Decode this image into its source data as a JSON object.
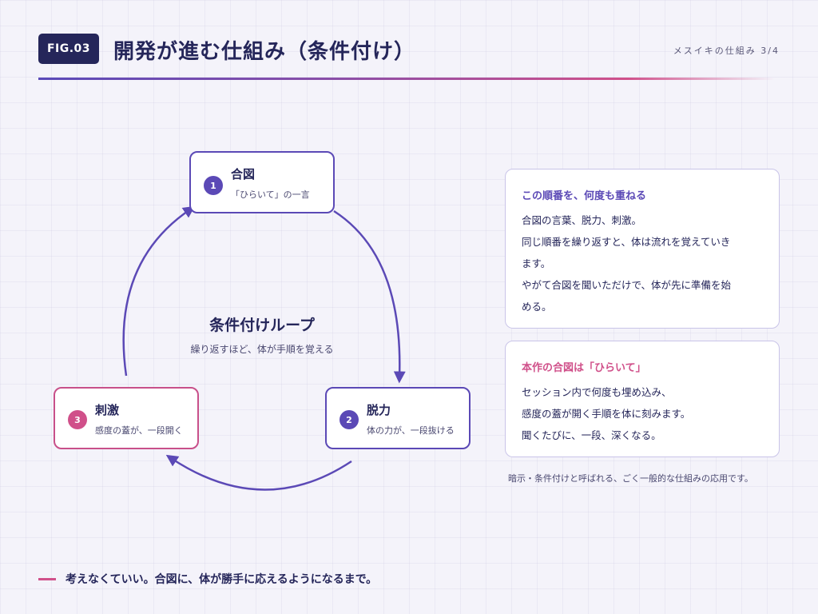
{
  "header": {
    "badge": "FIG.03",
    "title": "開発が進む仕組み（条件付け）",
    "series": "メスイキの仕組み 3/4"
  },
  "diagram": {
    "center_title": "条件付けループ",
    "center_sub": "繰り返すほど、体が手順を覚える",
    "nodes": [
      {
        "num": "1",
        "title": "合図",
        "sub": "「ひらいて」の一言"
      },
      {
        "num": "2",
        "title": "脱力",
        "sub": "体の力が、一段抜ける"
      },
      {
        "num": "3",
        "title": "刺激",
        "sub": "感度の蓋が、一段開く"
      }
    ]
  },
  "cards": [
    {
      "heading": "この順番を、何度も重ねる",
      "lines": [
        "合図の言葉、脱力、刺激。",
        "同じ順番を繰り返すと、体は流れを覚えていき",
        "ます。",
        "やがて合図を聞いただけで、体が先に準備を始",
        "める。"
      ]
    },
    {
      "heading": "本作の合図は「ひらいて」",
      "lines": [
        "セッション内で何度も埋め込み、",
        "感度の蓋が開く手順を体に刻みます。",
        "聞くたびに、一段、深くなる。"
      ]
    }
  ],
  "footnote": "暗示・条件付けと呼ばれる、ごく一般的な仕組みの応用です。",
  "tagline": "考えなくていい。合図に、体が勝手に応えるようになるまで。",
  "colors": {
    "primary": "#5b49b6",
    "accent": "#d0508a",
    "navy": "#25265a"
  }
}
